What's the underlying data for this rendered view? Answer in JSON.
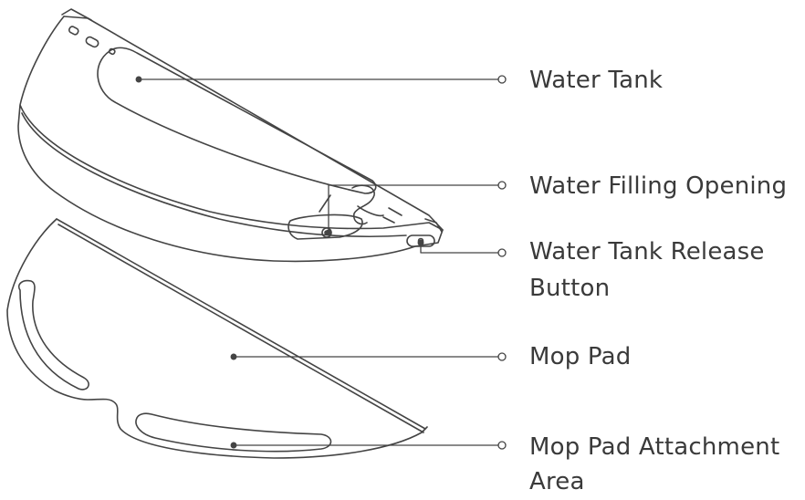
{
  "labels": {
    "water_tank": "Water Tank",
    "water_filling_opening": "Water Filling Opening",
    "water_tank_release_button_line1": "Water Tank Release",
    "water_tank_release_button_line2": "Button",
    "mop_pad": "Mop Pad",
    "mop_pad_attachment_area_line1": "Mop Pad Attachment",
    "mop_pad_attachment_area_line2": "Area"
  },
  "colors": {
    "line": "#444444",
    "text": "#3a3a3a",
    "background": "#ffffff"
  }
}
